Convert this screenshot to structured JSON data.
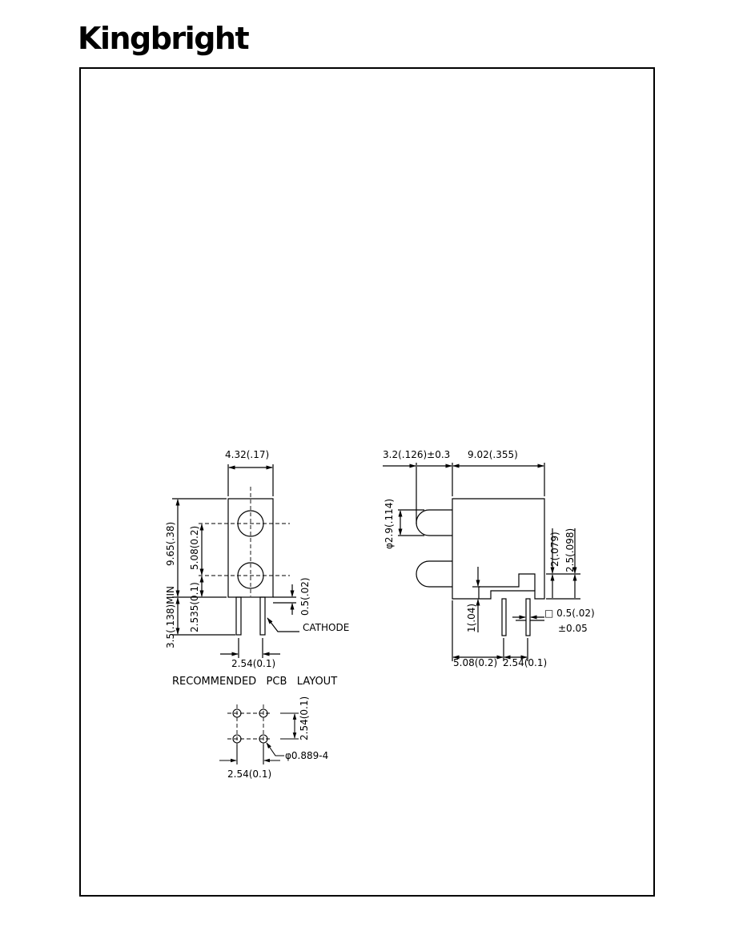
{
  "brand": {
    "logo_text": "Kingbright"
  },
  "front_view": {
    "width_dim": "4.32(.17)",
    "height_dim": "9.65(.38)",
    "pitch_dim": "5.08(0.2)",
    "lead_offset_dim": "2.535(0.1)",
    "lead_length_dim": "3.5(.138)MIN",
    "lead_thickness_dim": "0.5(.02)",
    "lead_spacing_dim": "2.54(0.1)",
    "cathode_label": "CATHODE"
  },
  "side_view": {
    "lens_protrusion_dim": "3.2(.126)±0.3",
    "body_length_dim": "9.02(.355)",
    "lens_diameter_dim": "φ2.9(.114)",
    "dim_2": "2(.079)",
    "dim_2_5": "2.5(.098)",
    "dim_1": "1(.04)",
    "lead_square_dim": "□ 0.5(.02)",
    "lead_square_tol": "±0.05",
    "lead_position_dim": "5.08(0.2)",
    "lead_spacing_dim": "2.54(0.1)"
  },
  "pcb_layout": {
    "title": "RECOMMENDED   PCB   LAYOUT",
    "vertical_pitch": "2.54(0.1)",
    "horizontal_pitch": "2.54(0.1)",
    "hole_spec": "φ0.889-4"
  }
}
